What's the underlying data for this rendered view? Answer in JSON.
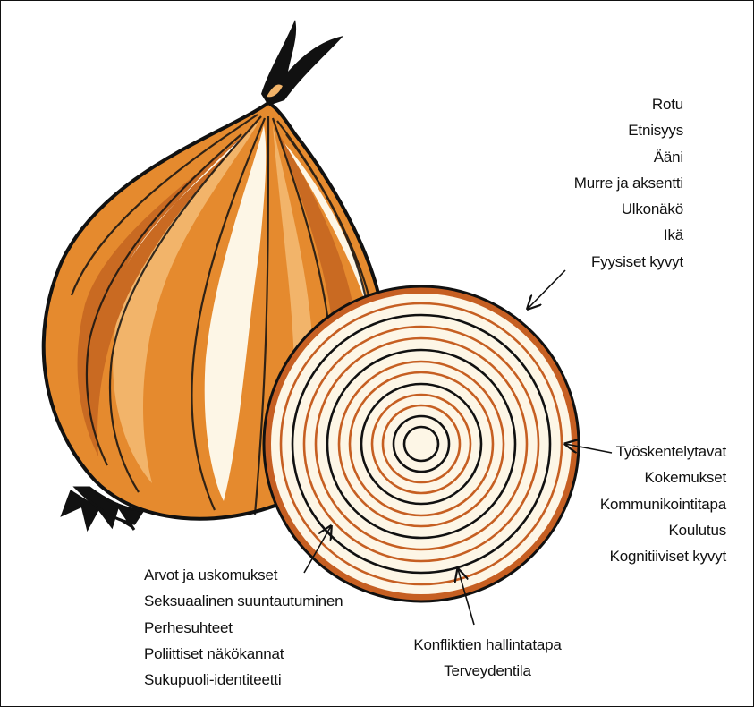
{
  "colors": {
    "outline": "#111111",
    "skin_orange": "#e58a2e",
    "skin_light": "#f2b46a",
    "skin_dark": "#c96a22",
    "flesh": "#fdf6e6",
    "ring_orange": "#c65f22",
    "ring_black": "#111111"
  },
  "groups": {
    "top_right": [
      "Rotu",
      "Etnisyys",
      "Ääni",
      "Murre ja aksentti",
      "Ulkonäkö",
      "Ikä",
      "Fyysiset kyvyt"
    ],
    "middle_right": [
      "Työskentelytavat",
      "Kokemukset",
      "Kommunikointitapa",
      "Koulutus",
      "Kognitiiviset kyvyt"
    ],
    "bottom_left": [
      "Arvot ja uskomukset",
      "Seksuaalinen suuntautuminen",
      "Perhesuhteet",
      "Poliittiset näkökannat",
      "Sukupuoli-identiteetti"
    ],
    "bottom_center": [
      "Konfliktien hallintatapa",
      "Terveydentila"
    ]
  }
}
